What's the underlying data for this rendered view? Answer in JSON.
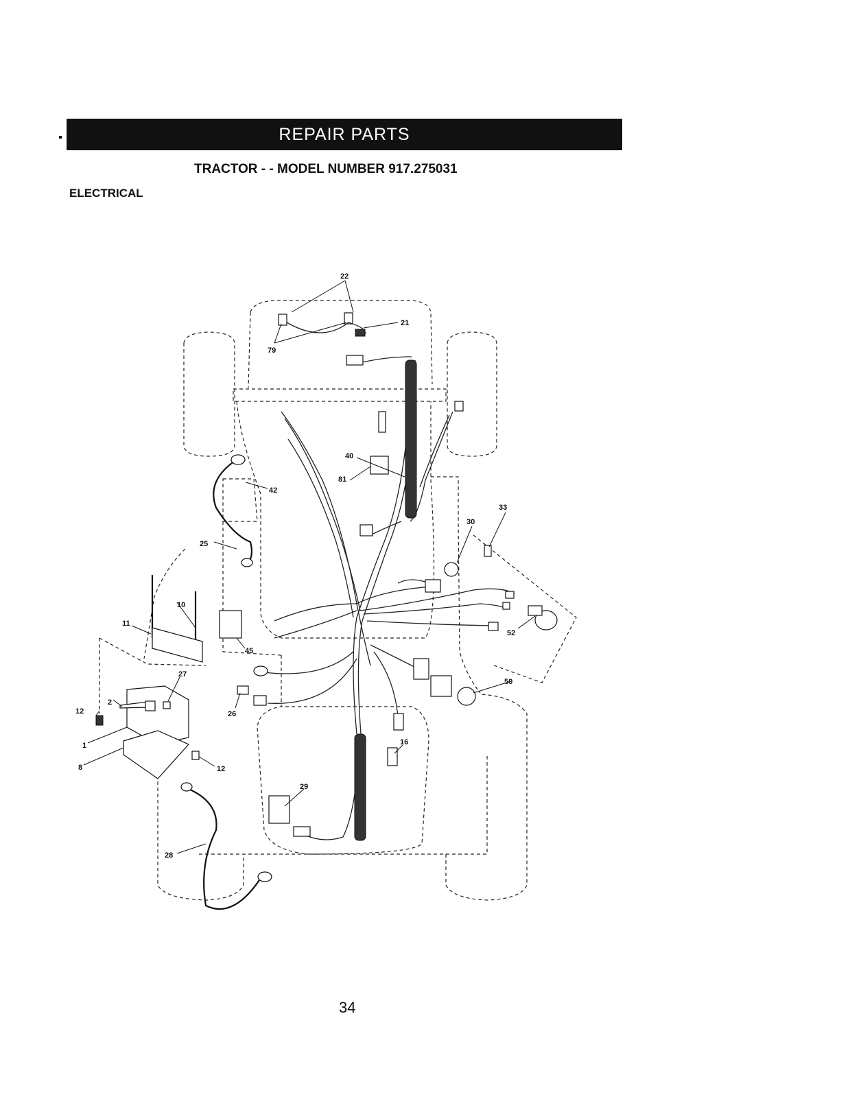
{
  "header": {
    "banner": "REPAIR PARTS",
    "subtitle": "TRACTOR - - MODEL NUMBER 917.275031",
    "section": "ELECTRICAL"
  },
  "diagram": {
    "callouts": [
      "22",
      "21",
      "79",
      "40",
      "81",
      "42",
      "33",
      "30",
      "25",
      "10",
      "11",
      "45",
      "52",
      "27",
      "50",
      "12",
      "2",
      "26",
      "16",
      "1",
      "8",
      "12",
      "29",
      "28"
    ]
  },
  "footer": {
    "page_number": "34"
  }
}
